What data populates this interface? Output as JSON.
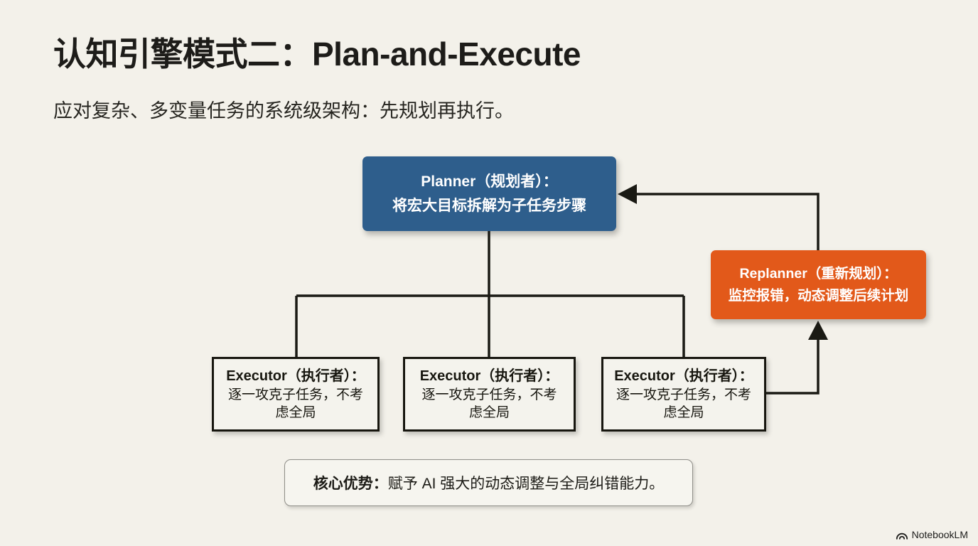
{
  "slide": {
    "title": "认知引擎模式二：Plan-and-Execute",
    "subtitle": "应对复杂、多变量任务的系统级架构：先规划再执行。",
    "background_color": "#f3f1ea"
  },
  "diagram": {
    "line_color": "#1a1a14",
    "planner": {
      "title": "Planner（规划者）：",
      "desc": "将宏大目标拆解为子任务步骤",
      "color": "#2e5e8c"
    },
    "replanner": {
      "title": "Replanner（重新规划）：",
      "desc": "监控报错，动态调整后续计划",
      "color": "#e2591a"
    },
    "executors": [
      {
        "title": "Executor（执行者）：",
        "desc": "逐一攻克子任务，不考\n虑全局"
      },
      {
        "title": "Executor（执行者）：",
        "desc": "逐一攻克子任务，不考\n虑全局"
      },
      {
        "title": "Executor（执行者）：",
        "desc": "逐一攻克子任务，不考\n虑全局"
      }
    ],
    "executor_fill": "#f4f3ed"
  },
  "summary": {
    "label": "核心优势：",
    "text": "赋予 AI 强大的动态调整与全局纠错能力。"
  },
  "footer": {
    "brand": "NotebookLM",
    "logo_icon": "notebooklm-logo-icon"
  }
}
